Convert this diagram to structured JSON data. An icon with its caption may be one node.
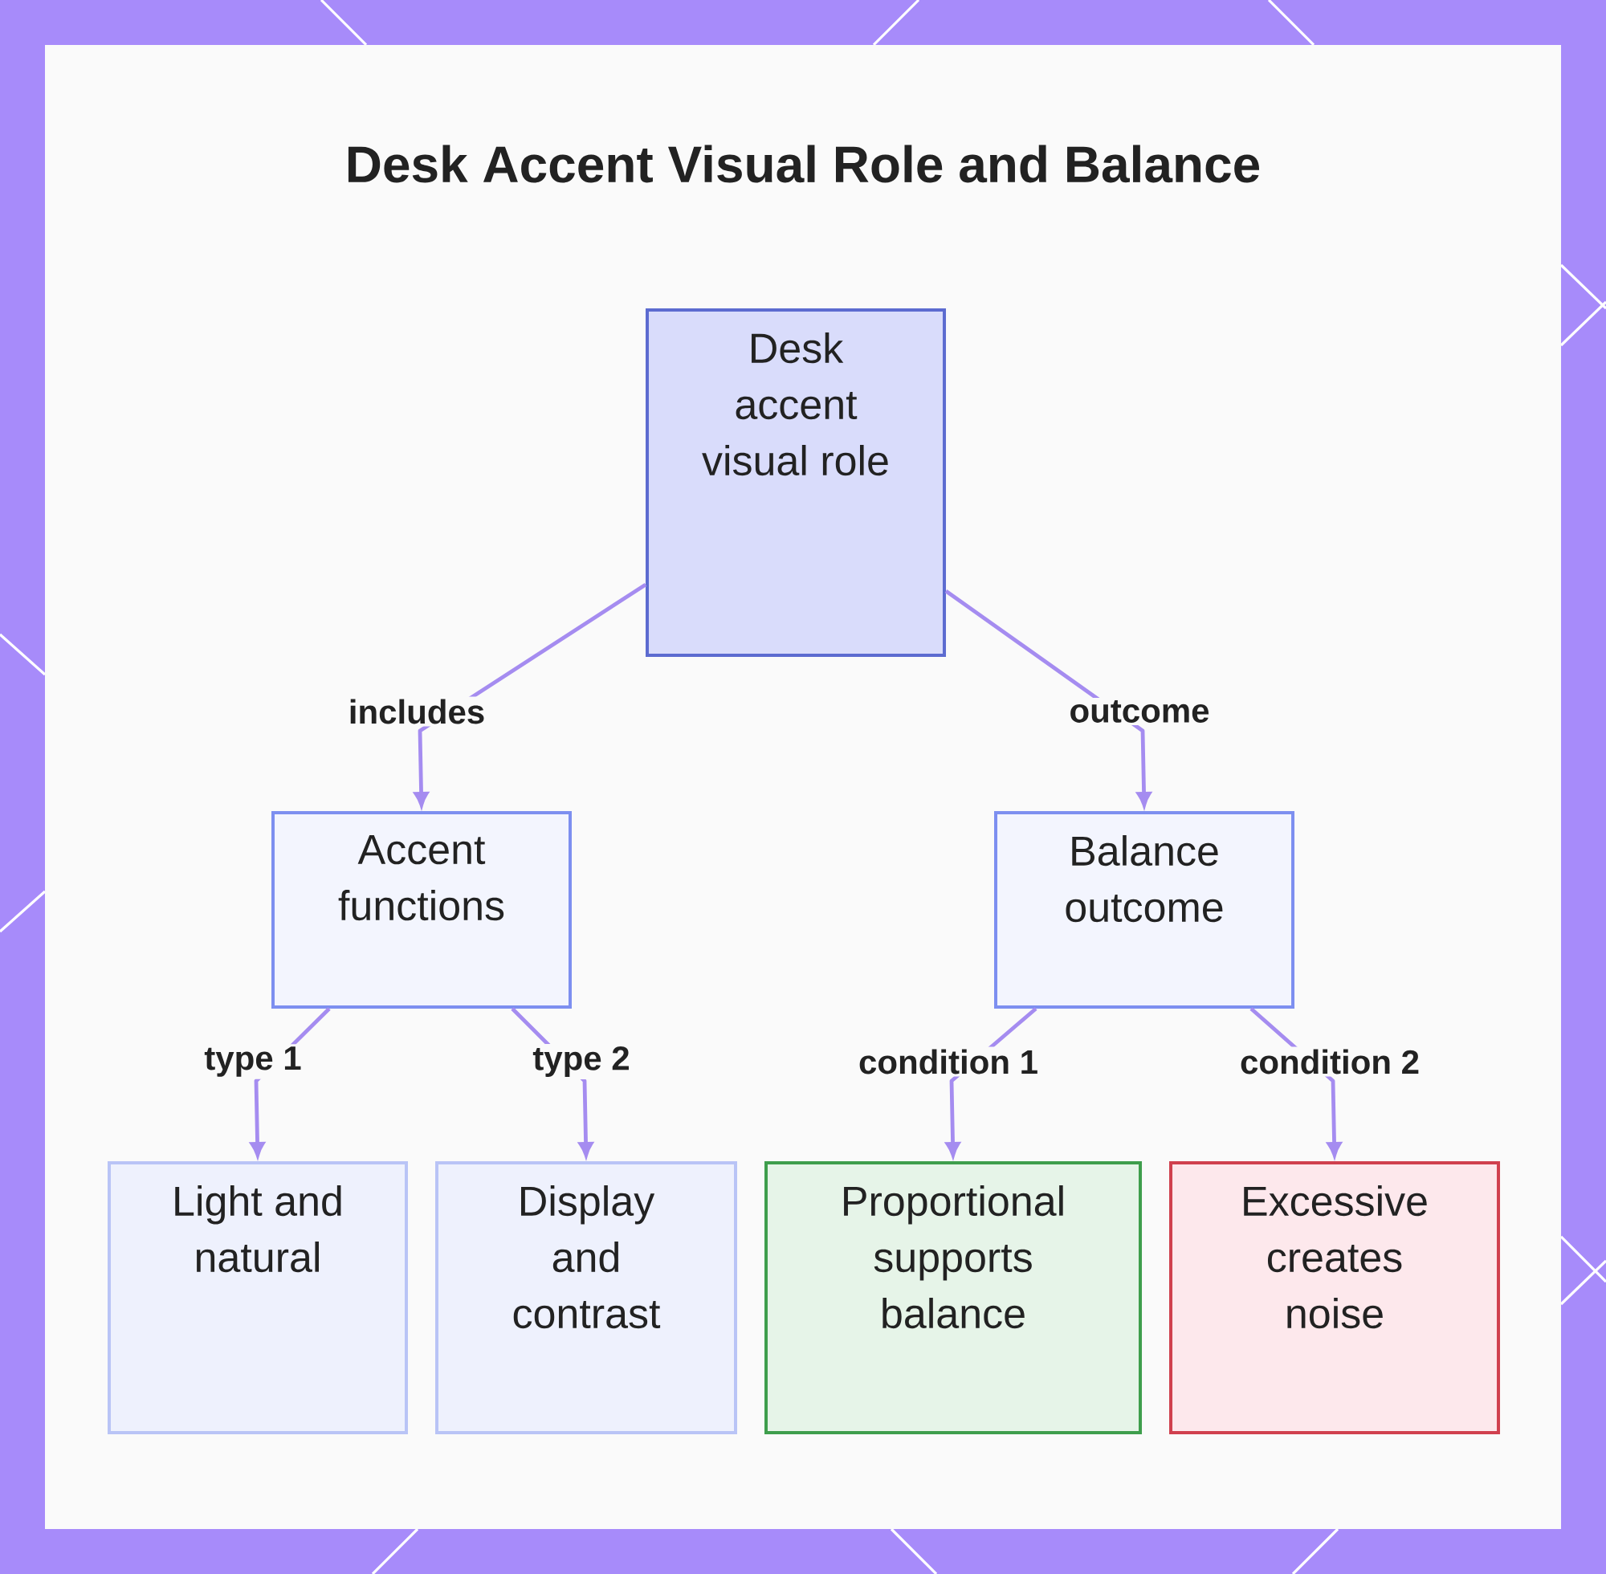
{
  "diagram": {
    "title": "Desk Accent Visual Role and Balance",
    "nodes": [
      {
        "text": [
          "Desk accent visual role"
        ]
      },
      {
        "text": [
          "Accent functions"
        ]
      },
      {
        "text": [
          "Balance outcome"
        ]
      },
      {
        "text": [
          "Light and natural"
        ]
      },
      {
        "text": [
          "Display and contrast"
        ]
      },
      {
        "text": [
          "Proportional supports balance"
        ]
      },
      {
        "text": [
          "Excessive creates noise"
        ]
      }
    ],
    "edges": [
      {
        "from": 0,
        "to": 1,
        "arrow": "to",
        "label": "includes"
      },
      {
        "from": 0,
        "to": 2,
        "arrow": "to",
        "label": "outcome"
      },
      {
        "from": 1,
        "to": 3,
        "arrow": "to",
        "label": "type 1"
      },
      {
        "from": 1,
        "to": 4,
        "arrow": "to",
        "label": "type 2"
      },
      {
        "from": 2,
        "to": 5,
        "arrow": "to",
        "label": "condition 1"
      },
      {
        "from": 2,
        "to": 6,
        "arrow": "to",
        "label": "condition 2"
      }
    ]
  }
}
